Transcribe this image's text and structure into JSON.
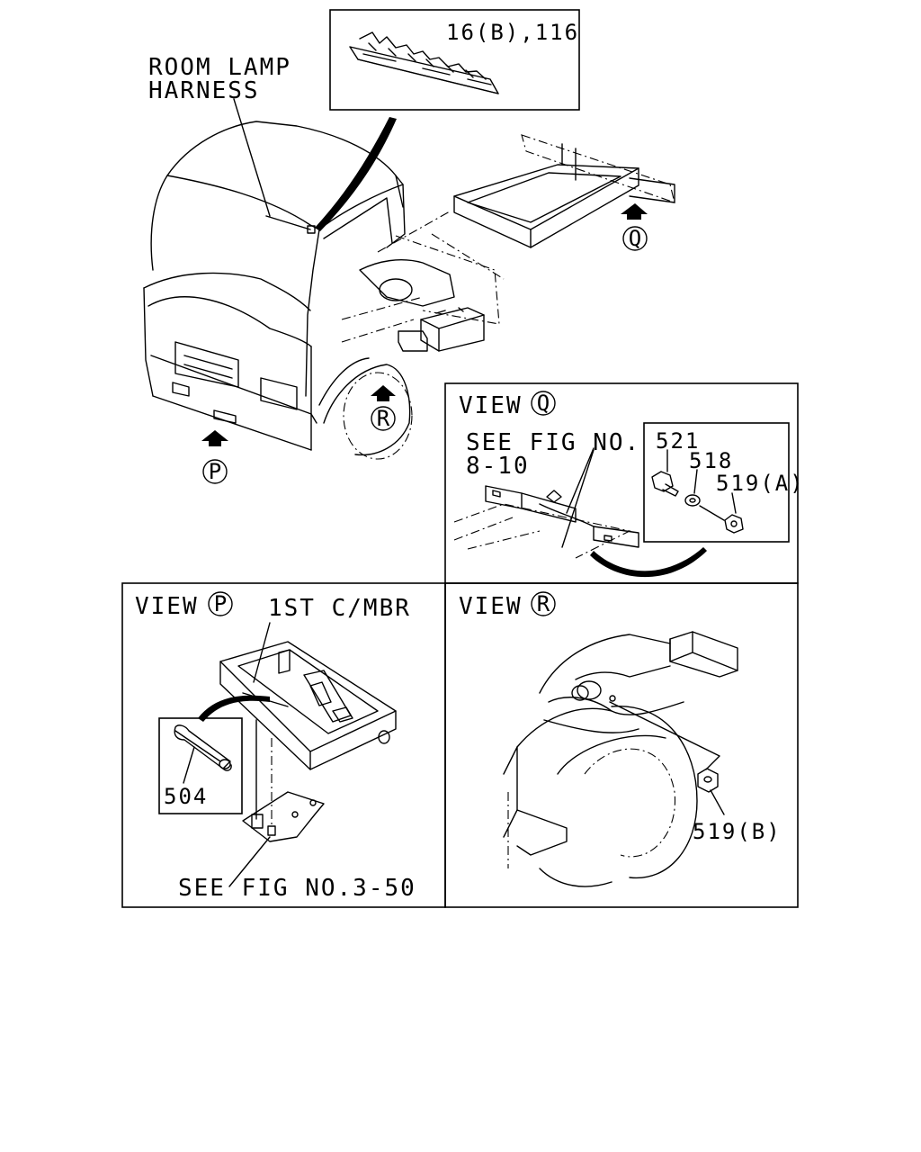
{
  "top_box": {
    "part_ref": "16(B),116"
  },
  "cab": {
    "label_line1": "ROOM LAMP",
    "label_line2": "HARNESS"
  },
  "view_markers": {
    "p": "P",
    "q": "Q",
    "r": "R"
  },
  "view_q": {
    "title": "VIEW",
    "letter": "Q",
    "see_fig_line1": "SEE FIG NO.",
    "see_fig_line2": "8-10",
    "parts": {
      "bolt": "521",
      "washer": "518",
      "nut": "519(A)"
    }
  },
  "view_p": {
    "title": "VIEW",
    "letter": "P",
    "member_label": "1ST C/MBR",
    "part": "504",
    "see_fig": "SEE FIG NO.3-50"
  },
  "view_r": {
    "title": "VIEW",
    "letter": "R",
    "part": "519(B)"
  }
}
